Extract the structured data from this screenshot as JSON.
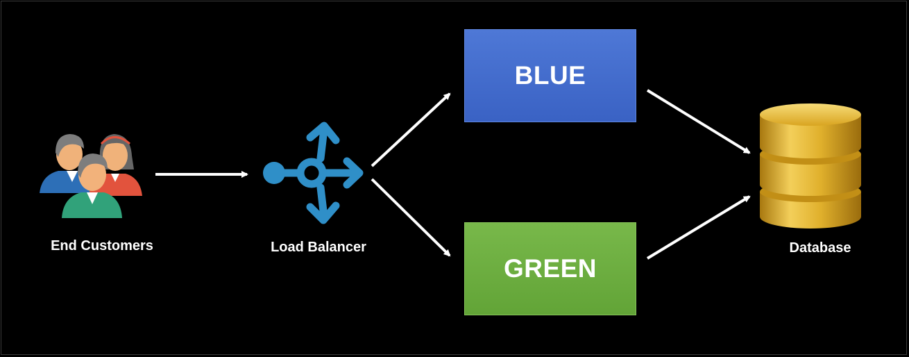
{
  "nodes": {
    "customers": {
      "label": "End Customers",
      "icon": "people-icon"
    },
    "load_balancer": {
      "label": "Load Balancer",
      "icon": "load-balancer-icon",
      "color": "#2f8fc8"
    },
    "blue": {
      "label": "BLUE",
      "color": "#4169cf"
    },
    "green": {
      "label": "GREEN",
      "color": "#6aab3f"
    },
    "database": {
      "label": "Database",
      "icon": "database-icon",
      "color": "#d9a521"
    }
  },
  "edges": [
    {
      "from": "customers",
      "to": "load_balancer"
    },
    {
      "from": "load_balancer",
      "to": "blue"
    },
    {
      "from": "load_balancer",
      "to": "green"
    },
    {
      "from": "blue",
      "to": "database"
    },
    {
      "from": "green",
      "to": "database"
    }
  ]
}
